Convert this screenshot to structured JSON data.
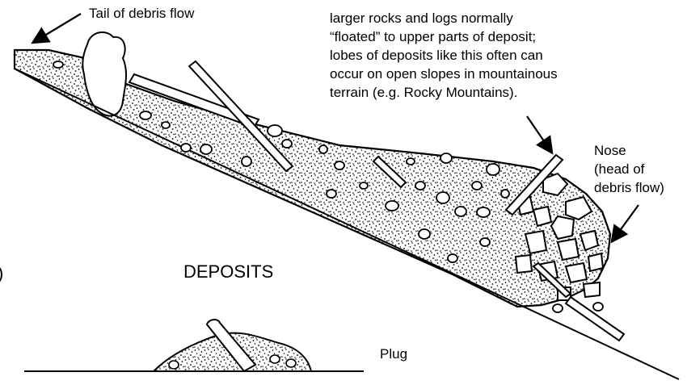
{
  "labels": {
    "tail": "Tail of debris flow",
    "annotation": [
      "larger rocks and logs normally",
      "“floated” to upper parts of deposit;",
      "lobes of deposits like this often can",
      "occur on open slopes in mountainous",
      "terrain (e.g. Rocky Mountains)."
    ],
    "nose": [
      "Nose",
      "(head of",
      "debris flow)"
    ],
    "section_title": "DEPOSITS",
    "plug": "Plug",
    "edge_mark": ")"
  },
  "colors": {
    "ink": "#000000",
    "paper": "#ffffff"
  }
}
